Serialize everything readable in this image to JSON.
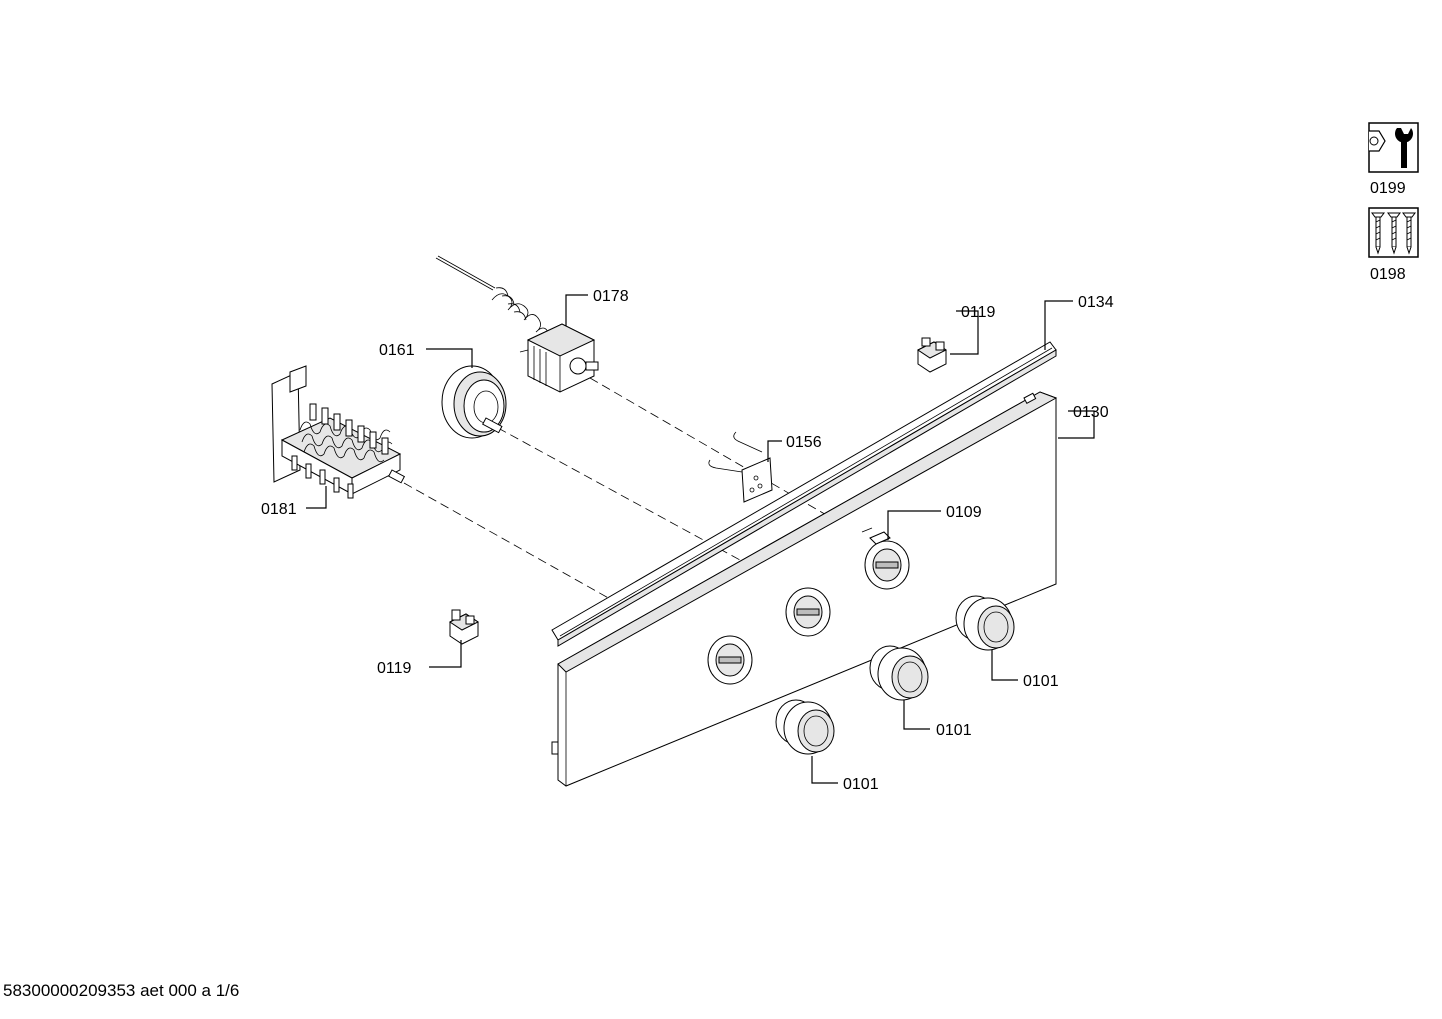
{
  "callouts": [
    {
      "id": "c0178",
      "label": "0178"
    },
    {
      "id": "c0161",
      "label": "0161"
    },
    {
      "id": "c0181",
      "label": "0181"
    },
    {
      "id": "c0156",
      "label": "0156"
    },
    {
      "id": "c0119a",
      "label": "0119"
    },
    {
      "id": "c0134",
      "label": "0134"
    },
    {
      "id": "c0130",
      "label": "0130"
    },
    {
      "id": "c0109",
      "label": "0109"
    },
    {
      "id": "c0119b",
      "label": "0119"
    },
    {
      "id": "c0101a",
      "label": "0101"
    },
    {
      "id": "c0101b",
      "label": "0101"
    },
    {
      "id": "c0101c",
      "label": "0101"
    }
  ],
  "side_icons": [
    {
      "label": "0199",
      "icon": "tool-wrench-icon"
    },
    {
      "label": "0198",
      "icon": "screws-icon"
    }
  ],
  "footer": {
    "document_id": "58300000209353 aet 000 a 1/6"
  }
}
